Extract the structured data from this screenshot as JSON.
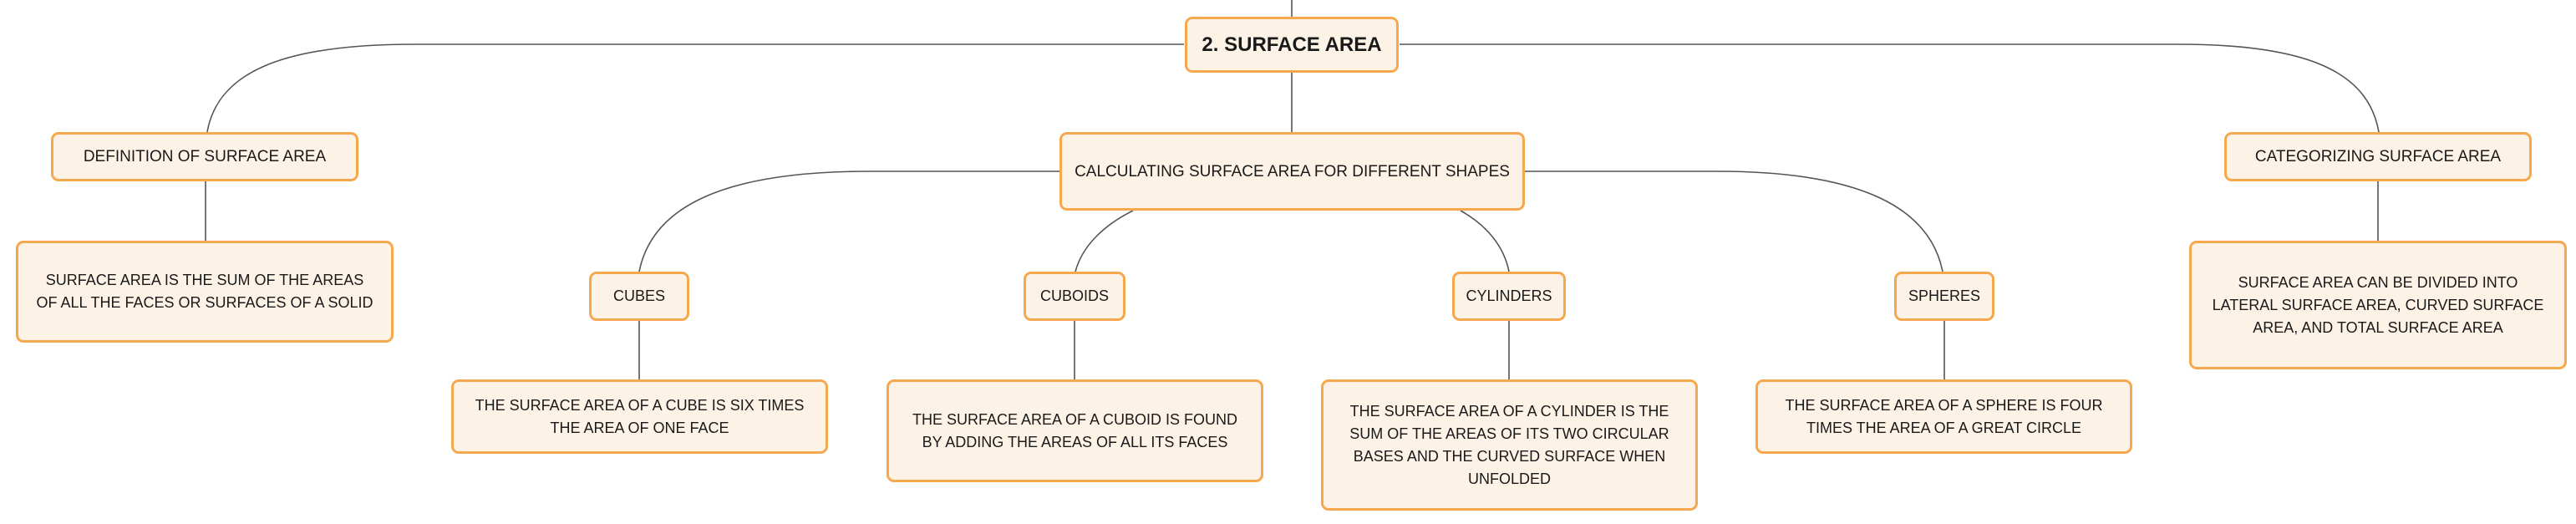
{
  "colors": {
    "node_fill": "#fdf2e6",
    "node_border": "#f6a84e",
    "connector": "#555555"
  },
  "root": {
    "title": "2. SURFACE AREA"
  },
  "branches": {
    "definition": {
      "title": "DEFINITION OF SURFACE AREA",
      "detail": "SURFACE AREA IS THE SUM OF THE AREAS OF ALL THE FACES OR SURFACES OF A SOLID"
    },
    "calculating": {
      "title": "CALCULATING SURFACE AREA FOR DIFFERENT SHAPES",
      "shapes": {
        "cubes": {
          "title": "CUBES",
          "detail": "THE SURFACE AREA OF A CUBE IS SIX TIMES THE AREA OF ONE FACE"
        },
        "cuboids": {
          "title": "CUBOIDS",
          "detail": "THE SURFACE AREA OF A CUBOID IS FOUND BY ADDING THE AREAS OF ALL ITS FACES"
        },
        "cylinders": {
          "title": "CYLINDERS",
          "detail": "THE SURFACE AREA OF A CYLINDER IS THE SUM OF THE AREAS OF ITS TWO CIRCULAR BASES AND THE CURVED SURFACE WHEN UNFOLDED"
        },
        "spheres": {
          "title": "SPHERES",
          "detail": "THE SURFACE AREA OF A SPHERE IS FOUR TIMES THE AREA OF A GREAT CIRCLE"
        }
      }
    },
    "categorizing": {
      "title": "CATEGORIZING SURFACE AREA",
      "detail": "SURFACE AREA CAN BE DIVIDED INTO LATERAL SURFACE AREA, CURVED SURFACE AREA, AND TOTAL SURFACE AREA"
    }
  }
}
